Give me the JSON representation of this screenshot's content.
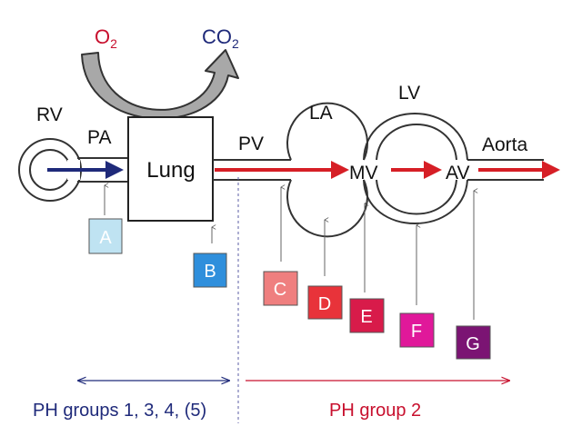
{
  "gases": {
    "o2_prefix": "O",
    "o2_sub": "2",
    "co2_prefix": "CO",
    "co2_sub": "2",
    "o2_color": "#c8102e",
    "co2_color": "#1f2a7a"
  },
  "anatomy": {
    "rv": "RV",
    "pa": "PA",
    "lung": "Lung",
    "pv": "PV",
    "la": "LA",
    "lv": "LV",
    "mv": "MV",
    "av": "AV",
    "aorta": "Aorta"
  },
  "markers": [
    {
      "id": "a",
      "label": "A",
      "color": "#bfe3f2",
      "text_color": "#111111"
    },
    {
      "id": "b",
      "label": "B",
      "color": "#2f8fdc",
      "text_color": "#111111"
    },
    {
      "id": "c",
      "label": "C",
      "color": "#ef7f7f",
      "text_color": "#111111"
    },
    {
      "id": "d",
      "label": "D",
      "color": "#e8333a",
      "text_color": "#111111"
    },
    {
      "id": "e",
      "label": "E",
      "color": "#d81b4a",
      "text_color": "#ffffff"
    },
    {
      "id": "f",
      "label": "F",
      "color": "#e0189a",
      "text_color": "#ffffff"
    },
    {
      "id": "g",
      "label": "G",
      "color": "#7b1473",
      "text_color": "#ffffff"
    }
  ],
  "groups": {
    "left_label": "PH groups 1, 3, 4, (5)",
    "right_label": "PH group 2",
    "left_color": "#1f2a7a",
    "right_color": "#c8102e"
  },
  "colors": {
    "arrow_blue": "#1f2a7a",
    "arrow_red": "#d61f26",
    "curve_arrow": "#a8a8a8"
  }
}
